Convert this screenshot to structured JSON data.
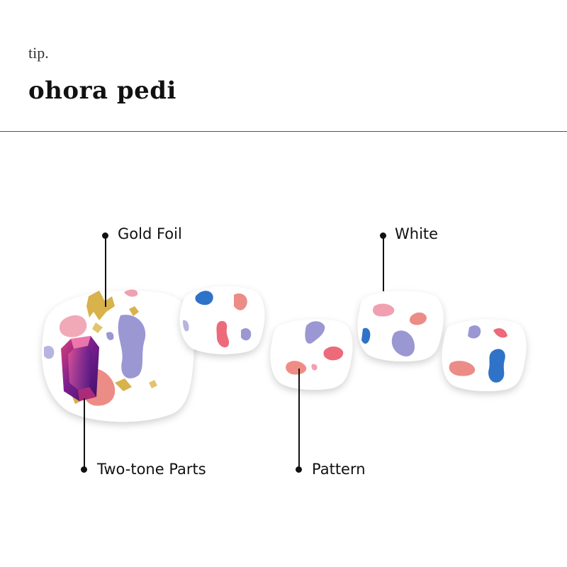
{
  "header": {
    "subtitle": "tip.",
    "title": "ohora pedi"
  },
  "callouts": {
    "gold_foil": "Gold Foil",
    "white": "White",
    "two_tone_parts": "Two-tone Parts",
    "pattern": "Pattern"
  },
  "colors": {
    "nail_base": "#ffffff",
    "lavender": "#9a97d2",
    "pink": "#f0a0b0",
    "coral": "#ec8c86",
    "blue": "#2f73c8",
    "gold": "#d8b24a",
    "gem": "#7c1f8e",
    "text": "#111111"
  }
}
